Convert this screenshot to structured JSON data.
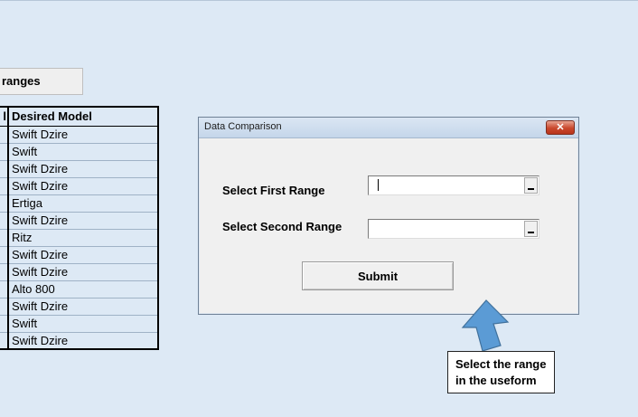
{
  "sheet": {
    "button_label": "Compare ranges",
    "headers": {
      "col_a": "l",
      "col_b": "Desired Model"
    },
    "rows": [
      "Swift Dzire",
      "Swift",
      "Swift Dzire",
      "Swift Dzire",
      "Ertiga",
      "Swift Dzire",
      "Ritz",
      "Swift Dzire",
      "Swift Dzire",
      "Alto 800",
      "Swift Dzire",
      "Swift",
      "Swift Dzire"
    ]
  },
  "dialog": {
    "title": "Data Comparison",
    "close_label": "✕",
    "first_range_label": "Select First Range",
    "first_range_value": "",
    "second_range_label": "Select Second Range",
    "second_range_value": "",
    "submit_label": "Submit"
  },
  "callout": {
    "line1": "Select the range",
    "line2": "in the useform",
    "color": "#5b9bd5"
  }
}
